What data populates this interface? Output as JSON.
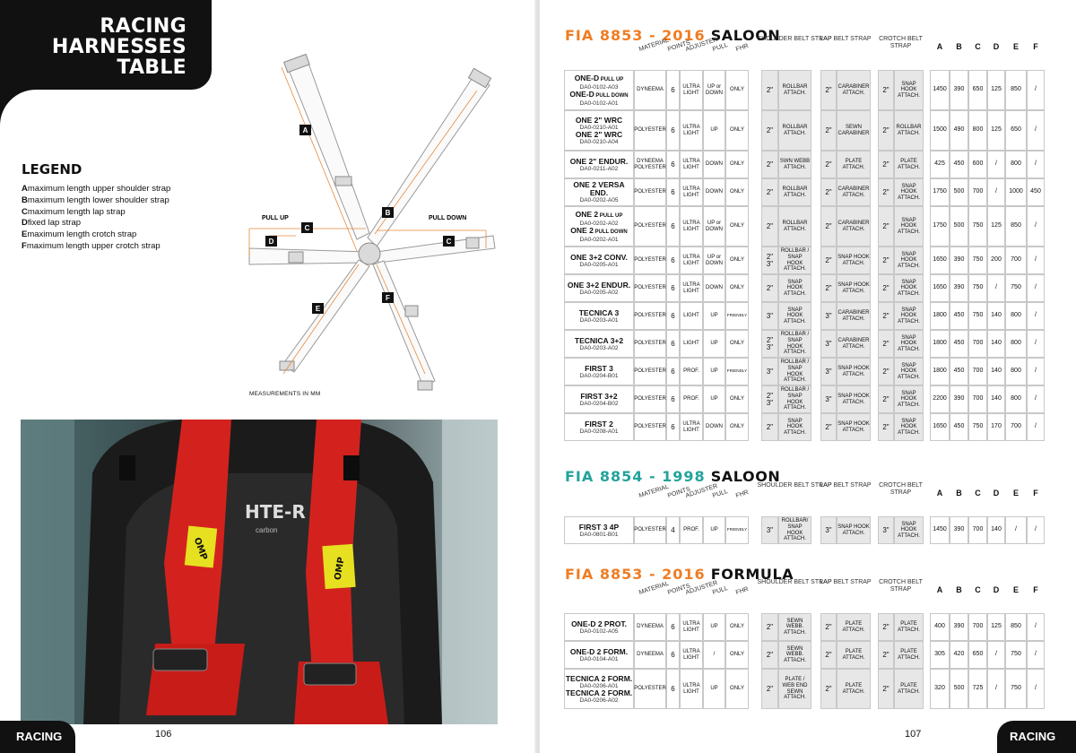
{
  "left_page": {
    "title_lines": [
      "RACING",
      "HARNESSES",
      "TABLE"
    ],
    "legend_title": "LEGEND",
    "legend": [
      {
        "key": "A",
        "text": "maximum length upper shoulder strap"
      },
      {
        "key": "B",
        "text": "maximum length lower shoulder strap"
      },
      {
        "key": "C",
        "text": "maximum length lap strap"
      },
      {
        "key": "D",
        "text": "fixed lap strap"
      },
      {
        "key": "E",
        "text": "maximum length crotch strap"
      },
      {
        "key": "F",
        "text": "maximum length upper crotch strap"
      }
    ],
    "diagram_labels": {
      "pull_up": "PULL UP",
      "pull_down": "PULL DOWN",
      "A": "A",
      "B": "B",
      "C1": "C",
      "C2": "C",
      "D": "D",
      "E": "E",
      "F": "F"
    },
    "measurements_note": "MEASUREMENTS IN MM",
    "photo_text": {
      "seat_logo": "HTE-R",
      "seat_sub": "carbon",
      "strap_brand": "OMP"
    },
    "footer_label": "RACING",
    "page_number": "106"
  },
  "right_page": {
    "footer_label": "RACING",
    "page_number": "107",
    "headers": {
      "material": "MATERIAL",
      "points": "POINTS",
      "adjuster": "ADJUSTER",
      "pull": "PULL",
      "fhr": "FHR",
      "shoulder": "SHOULDER BELT STRAP",
      "lap": "LAP BELT STRAP",
      "crotch": "CROTCH BELT STRAP",
      "letters": [
        "A",
        "B",
        "C",
        "D",
        "E",
        "F"
      ]
    },
    "sections": [
      {
        "code": "FIA 8853 - 2016",
        "kind": "SALOON",
        "color": "#ef7d23",
        "rows": [
          {
            "names": [
              [
                "ONE-D",
                " PULL UP",
                "DA0-0102-A03"
              ],
              [
                "ONE-D",
                " PULL DOWN",
                "DA0-0102-A01"
              ]
            ],
            "material": "DYNEEMA",
            "points": "6",
            "adjuster": "ULTRA LIGHT",
            "pull": "UP or DOWN",
            "fhr": "ONLY",
            "sh_size": "2\"",
            "sh": "ROLLBAR ATTACH.",
            "lap_size": "2\"",
            "lap": "CARABINER ATTACH.",
            "cr_size": "2\"",
            "cr": "SNAP HOOK ATTACH.",
            "dims": [
              "1450",
              "390",
              "650",
              "125",
              "850",
              "/"
            ]
          },
          {
            "names": [
              [
                "ONE 2\" WRC",
                "",
                "DA0-0210-A01"
              ],
              [
                "ONE 2\" WRC",
                "",
                "DA0-0210-A04"
              ]
            ],
            "material": "POLYESTER",
            "points": "6",
            "adjuster": "ULTRA LIGHT",
            "pull": "UP",
            "fhr": "ONLY",
            "sh_size": "2\"",
            "sh": "ROLLBAR ATTACH.",
            "lap_size": "2\"",
            "lap": "SEWN CARABINER",
            "cr_size": "2\"",
            "cr": "ROLLBAR ATTACH.",
            "dims": [
              "1500",
              "490",
              "800",
              "125",
              "650",
              "/"
            ]
          },
          {
            "names": [
              [
                "ONE 2\" ENDUR.",
                "",
                "DA0-0211-A02"
              ]
            ],
            "material": "DYNEEMA POLYESTER",
            "points": "6",
            "adjuster": "ULTRA LIGHT",
            "pull": "DOWN",
            "fhr": "ONLY",
            "sh_size": "2\"",
            "sh": "SWN WEBB ATTACH.",
            "lap_size": "2\"",
            "lap": "PLATE ATTACH.",
            "cr_size": "2\"",
            "cr": "PLATE ATTACH.",
            "dims": [
              "425",
              "450",
              "600",
              "/",
              "800",
              "/"
            ]
          },
          {
            "names": [
              [
                "ONE 2 VERSA END.",
                "",
                "DA0-0202-A05"
              ]
            ],
            "material": "POLYESTER",
            "points": "6",
            "adjuster": "ULTRA LIGHT",
            "pull": "DOWN",
            "fhr": "ONLY",
            "sh_size": "2\"",
            "sh": "ROLLBAR ATTACH.",
            "lap_size": "2\"",
            "lap": "CARABINER ATTACH.",
            "cr_size": "2\"",
            "cr": "SNAP HOOK ATTACH.",
            "dims": [
              "1750",
              "500",
              "700",
              "/",
              "1000",
              "450"
            ]
          },
          {
            "names": [
              [
                "ONE 2",
                " PULL UP",
                "DA0-0202-A02"
              ],
              [
                "ONE 2",
                " PULL DOWN",
                "DA0-0202-A01"
              ]
            ],
            "material": "POLYESTER",
            "points": "6",
            "adjuster": "ULTRA LIGHT",
            "pull": "UP or DOWN",
            "fhr": "ONLY",
            "sh_size": "2\"",
            "sh": "ROLLBAR ATTACH.",
            "lap_size": "2\"",
            "lap": "CARABINER ATTACH.",
            "cr_size": "2\"",
            "cr": "SNAP HOOK ATTACH.",
            "dims": [
              "1750",
              "500",
              "750",
              "125",
              "850",
              "/"
            ]
          },
          {
            "names": [
              [
                "ONE 3+2 CONV.",
                "",
                "DA0-0205-A01"
              ]
            ],
            "material": "POLYESTER",
            "points": "6",
            "adjuster": "ULTRA LIGHT",
            "pull": "UP or DOWN",
            "fhr": "ONLY",
            "sh_size": "2\" 3\"",
            "sh": "ROLLBAR / SNAP HOOK ATTACH.",
            "lap_size": "2\"",
            "lap": "SNAP HOOK ATTACH.",
            "cr_size": "2\"",
            "cr": "SNAP HOOK ATTACH.",
            "dims": [
              "1650",
              "390",
              "750",
              "200",
              "700",
              "/"
            ]
          },
          {
            "names": [
              [
                "ONE 3+2 ENDUR.",
                "",
                "DA0-0205-A02"
              ]
            ],
            "material": "POLYESTER",
            "points": "6",
            "adjuster": "ULTRA LIGHT",
            "pull": "DOWN",
            "fhr": "ONLY",
            "sh_size": "2\"",
            "sh": "SNAP HOOK ATTACH.",
            "lap_size": "2\"",
            "lap": "SNAP HOOK ATTACH.",
            "cr_size": "2\"",
            "cr": "SNAP HOOK ATTACH.",
            "dims": [
              "1650",
              "390",
              "750",
              "/",
              "750",
              "/"
            ]
          },
          {
            "names": [
              [
                "TECNICA 3",
                "",
                "DA0-0203-A01"
              ]
            ],
            "material": "POLYESTER",
            "points": "6",
            "adjuster": "LIGHT",
            "pull": "UP",
            "fhr": "FRIENDLY",
            "sh_size": "3\"",
            "sh": "SNAP HOOK ATTACH.",
            "lap_size": "3\"",
            "lap": "CARABINER ATTACH.",
            "cr_size": "2\"",
            "cr": "SNAP HOOK ATTACH.",
            "dims": [
              "1800",
              "450",
              "750",
              "140",
              "800",
              "/"
            ]
          },
          {
            "names": [
              [
                "TECNICA 3+2",
                "",
                "DA0-0203-A02"
              ]
            ],
            "material": "POLYESTER",
            "points": "6",
            "adjuster": "LIGHT",
            "pull": "UP",
            "fhr": "ONLY",
            "sh_size": "2\" 3\"",
            "sh": "ROLLBAR / SNAP HOOK ATTACH.",
            "lap_size": "3\"",
            "lap": "CARABINER ATTACH.",
            "cr_size": "2\"",
            "cr": "SNAP HOOK ATTACH.",
            "dims": [
              "1800",
              "450",
              "700",
              "140",
              "800",
              "/"
            ]
          },
          {
            "names": [
              [
                "FIRST 3",
                "",
                "DA0-0204-B01"
              ]
            ],
            "material": "POLYESTER",
            "points": "6",
            "adjuster": "PROF.",
            "pull": "UP",
            "fhr": "FRIENDLY",
            "sh_size": "3\"",
            "sh": "ROLLBAR / SNAP HOOK ATTACH.",
            "lap_size": "3\"",
            "lap": "SNAP HOOK ATTACH.",
            "cr_size": "2\"",
            "cr": "SNAP HOOK ATTACH.",
            "dims": [
              "1800",
              "450",
              "700",
              "140",
              "800",
              "/"
            ]
          },
          {
            "names": [
              [
                "FIRST 3+2",
                "",
                "DA0-0204-B02"
              ]
            ],
            "material": "POLYESTER",
            "points": "6",
            "adjuster": "PROF.",
            "pull": "UP",
            "fhr": "ONLY",
            "sh_size": "2\" 3\"",
            "sh": "ROLLBAR / SNAP HOOK ATTACH.",
            "lap_size": "3\"",
            "lap": "SNAP HOOK ATTACH.",
            "cr_size": "2\"",
            "cr": "SNAP HOOK ATTACH.",
            "dims": [
              "2200",
              "390",
              "700",
              "140",
              "800",
              "/"
            ]
          },
          {
            "names": [
              [
                "FIRST 2",
                "",
                "DA0-0208-A01"
              ]
            ],
            "material": "POLYESTER",
            "points": "6",
            "adjuster": "ULTRA LIGHT",
            "pull": "DOWN",
            "fhr": "ONLY",
            "sh_size": "2\"",
            "sh": "SNAP HOOK ATTACH.",
            "lap_size": "2\"",
            "lap": "SNAP HOOK ATTACH.",
            "cr_size": "2\"",
            "cr": "SNAP HOOK ATTACH.",
            "dims": [
              "1650",
              "450",
              "750",
              "170",
              "700",
              "/"
            ]
          }
        ]
      },
      {
        "code": "FIA 8854 - 1998",
        "kind": "SALOON",
        "color": "#23a39b",
        "rows": [
          {
            "names": [
              [
                "FIRST 3 4P",
                "",
                "DA0-0801-B01"
              ]
            ],
            "material": "POLYESTER",
            "points": "4",
            "adjuster": "PROF.",
            "pull": "UP",
            "fhr": "FRIENDLY",
            "sh_size": "3\"",
            "sh": "ROLLBAR/ SNAP HOOK ATTACH.",
            "lap_size": "3\"",
            "lap": "SNAP HOOK ATTACH.",
            "cr_size": "3\"",
            "cr": "SNAP HOOK ATTACH.",
            "dims": [
              "1450",
              "390",
              "700",
              "140",
              "/",
              "/"
            ]
          }
        ]
      },
      {
        "code": "FIA 8853 - 2016",
        "kind": "FORMULA",
        "color": "#ef7d23",
        "rows": [
          {
            "names": [
              [
                "ONE-D 2 PROT.",
                "",
                "DA0-0102-A05"
              ]
            ],
            "material": "DYNEEMA",
            "points": "6",
            "adjuster": "ULTRA LIGHT",
            "pull": "UP",
            "fhr": "ONLY",
            "sh_size": "2\"",
            "sh": "SEWN WEBB. ATTACH.",
            "lap_size": "2\"",
            "lap": "PLATE ATTACH.",
            "cr_size": "2\"",
            "cr": "PLATE ATTACH.",
            "dims": [
              "400",
              "390",
              "700",
              "125",
              "850",
              "/"
            ]
          },
          {
            "names": [
              [
                "ONE-D 2 FORM.",
                "",
                "DA0-0104-A01"
              ]
            ],
            "material": "DYNEEMA",
            "points": "6",
            "adjuster": "ULTRA LIGHT",
            "pull": "/",
            "fhr": "ONLY",
            "sh_size": "2\"",
            "sh": "SEWN WEBB. ATTACH.",
            "lap_size": "2\"",
            "lap": "PLATE ATTACH.",
            "cr_size": "2\"",
            "cr": "PLATE ATTACH.",
            "dims": [
              "305",
              "420",
              "650",
              "/",
              "750",
              "/"
            ]
          },
          {
            "names": [
              [
                "TECNICA 2 FORM.",
                "",
                "DA0-0206-A01"
              ],
              [
                "TECNICA 2 FORM.",
                "",
                "DA0-0206-A02"
              ]
            ],
            "material": "POLYESTER",
            "points": "6",
            "adjuster": "ULTRA LIGHT",
            "pull": "UP",
            "fhr": "ONLY",
            "sh_size": "2\"",
            "sh": "PLATE / WEB END SEWN ATTACH.",
            "lap_size": "2\"",
            "lap": "PLATE ATTACH.",
            "cr_size": "2\"",
            "cr": "PLATE ATTACH.",
            "dims": [
              "320",
              "500",
              "725",
              "/",
              "750",
              "/"
            ]
          }
        ]
      }
    ]
  }
}
